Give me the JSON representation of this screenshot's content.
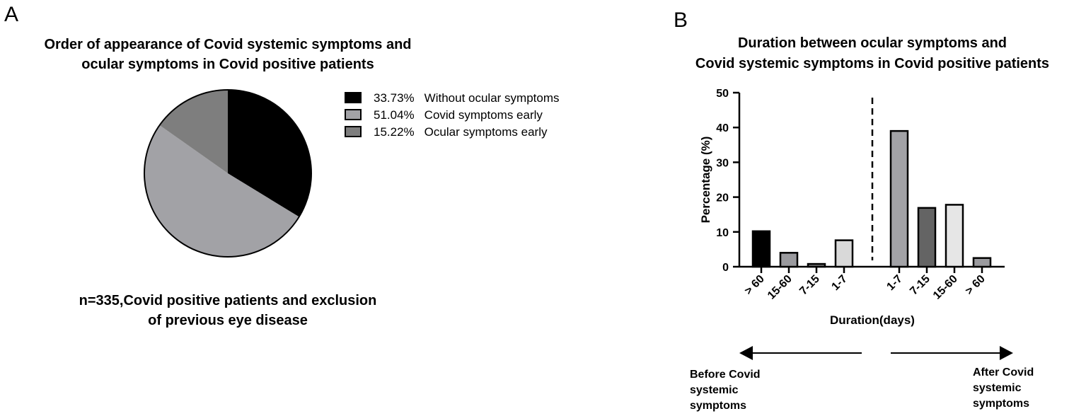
{
  "panels": {
    "a": {
      "letter": "A",
      "title_lines": [
        "Order of appearance of Covid systemic symptoms and",
        "ocular symptoms in Covid positive patients"
      ],
      "note_lines": [
        "n=335,Covid positive patients and exclusion",
        "of previous eye disease"
      ]
    },
    "b": {
      "letter": "B",
      "title_lines": [
        "Duration between ocular symptoms and",
        "Covid systemic symptoms in Covid positive patients"
      ],
      "arrow_left_lines": [
        "Before Covid",
        "systemic",
        "symptoms"
      ],
      "arrow_right_lines": [
        "After Covid",
        "systemic",
        "symptoms"
      ]
    }
  },
  "chart_data": [
    {
      "type": "pie",
      "title": "Order of appearance of Covid systemic symptoms and ocular symptoms in Covid positive patients",
      "legend_position": "right",
      "slices": [
        {
          "percent_label": "33.73%",
          "label": "Without ocular symptoms",
          "value": 33.73,
          "color": "#000000"
        },
        {
          "percent_label": "51.04%",
          "label": "Covid symptoms early",
          "value": 51.04,
          "color": "#a2a2a6"
        },
        {
          "percent_label": "15.22%",
          "label": "Ocular symptoms early",
          "value": 15.22,
          "color": "#7e7e7e"
        }
      ]
    },
    {
      "type": "bar",
      "title": "Duration between ocular symptoms and Covid systemic symptoms in Covid positive patients",
      "xlabel": "Duration(days)",
      "ylabel": "Percentage (%)",
      "ylim": [
        0,
        50
      ],
      "yticks": [
        0,
        10,
        20,
        30,
        40,
        50
      ],
      "grid": false,
      "divider_after_index": 3,
      "categories": [
        "> 60",
        "15-60",
        "7-15",
        "1-7",
        "1-7",
        "7-15",
        "15-60",
        "> 60"
      ],
      "values": [
        10.2,
        4.0,
        0.8,
        7.6,
        39.0,
        16.9,
        17.8,
        2.5
      ],
      "colors": [
        "#000000",
        "#9a9a9e",
        "#7a7a7a",
        "#d9d9d9",
        "#a2a2a6",
        "#646464",
        "#e6e6e6",
        "#9a9a9e"
      ]
    }
  ]
}
